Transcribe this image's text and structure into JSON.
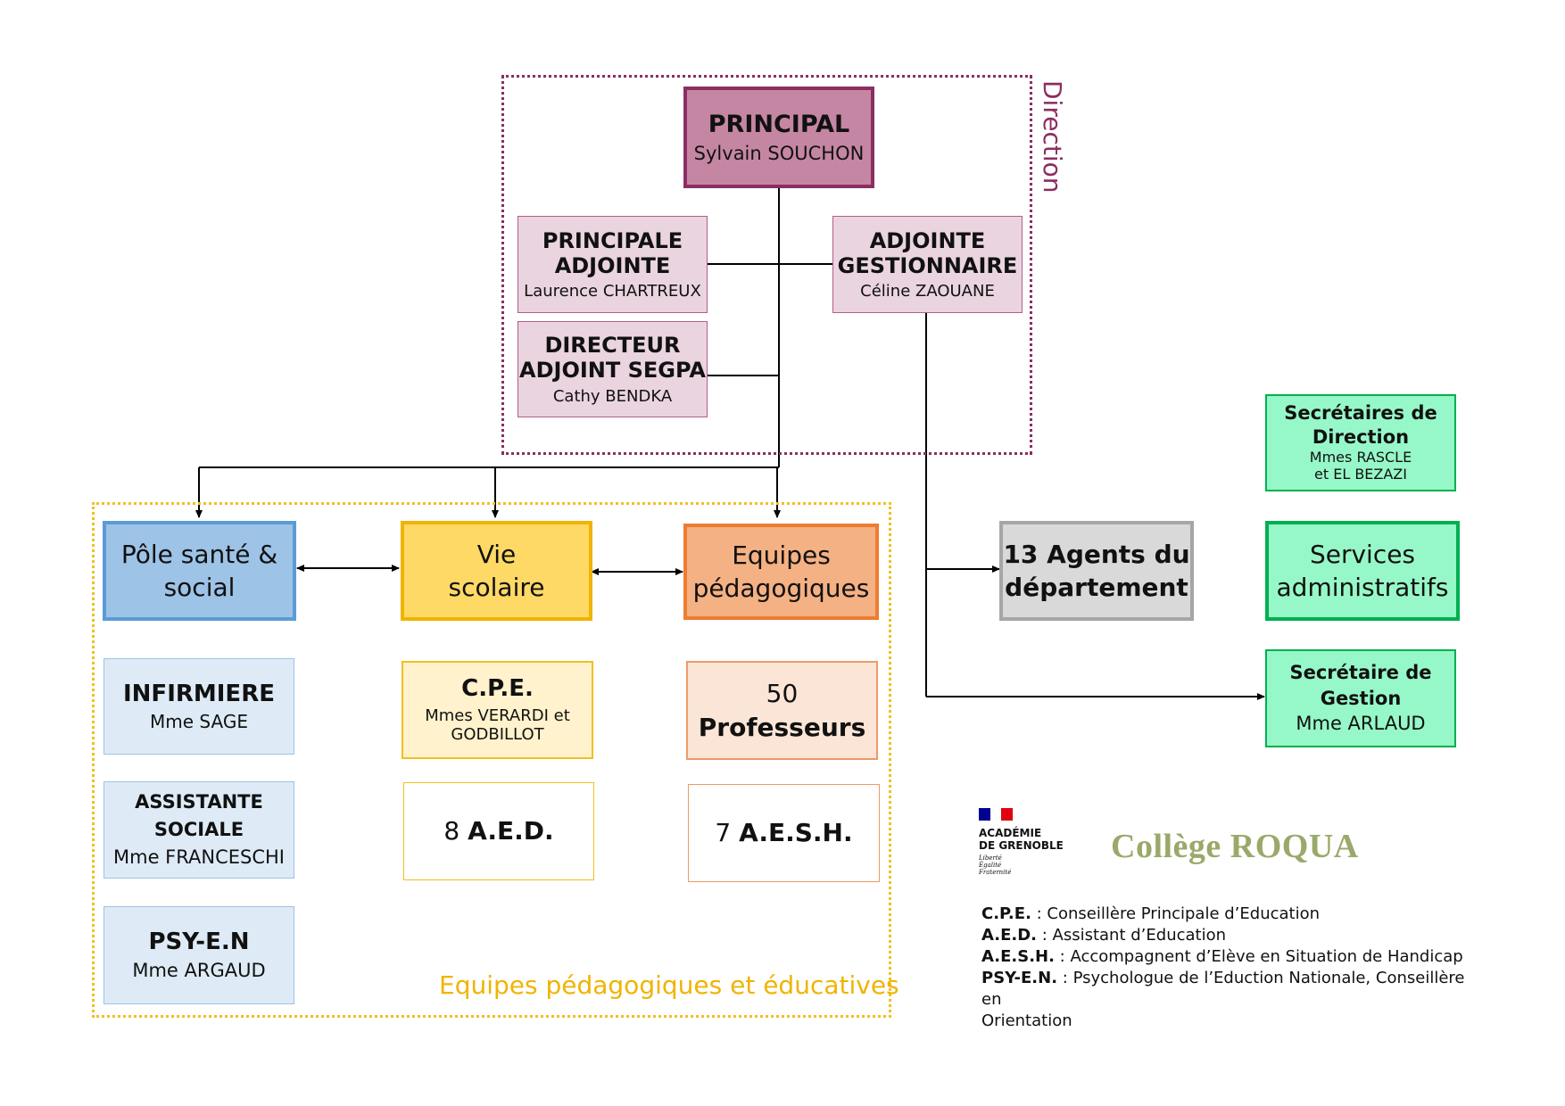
{
  "direction_label": "Direction",
  "equipes_label": "Equipes pédagogiques et éducatives",
  "principal": {
    "title": "PRINCIPAL",
    "name": "Sylvain SOUCHON"
  },
  "principale_adjointe": {
    "title1": "PRINCIPALE",
    "title2": "ADJOINTE",
    "name": "Laurence CHARTREUX"
  },
  "adjointe_gestionnaire": {
    "title1": "ADJOINTE",
    "title2": "GESTIONNAIRE",
    "name": "Céline ZAOUANE"
  },
  "directeur_segpa": {
    "title1": "DIRECTEUR",
    "title2": "ADJOINT SEGPA",
    "name": "Cathy BENDKA"
  },
  "pole_sante": {
    "line1": "Pôle santé &",
    "line2": "social"
  },
  "vie_scolaire": {
    "line1": "Vie",
    "line2": "scolaire"
  },
  "equipes_pedagogiques": {
    "line1": "Equipes",
    "line2": "pédagogiques"
  },
  "agents": {
    "line1": "13 Agents du",
    "line2": "département"
  },
  "services_admin": {
    "line1": "Services",
    "line2": "administratifs"
  },
  "secretaires_direction": {
    "line1": "Secrétaires de",
    "line2": "Direction",
    "name1": "Mmes RASCLE",
    "name2": "et EL BEZAZI"
  },
  "secretaire_gestion": {
    "line1": "Secrétaire de",
    "line2": "Gestion",
    "name": "Mme ARLAUD"
  },
  "infirmiere": {
    "title": "INFIRMIERE",
    "name": "Mme SAGE"
  },
  "assistante_sociale": {
    "title1": "ASSISTANTE",
    "title2": "SOCIALE",
    "name": "Mme FRANCESCHI"
  },
  "psy_en": {
    "title": "PSY-E.N",
    "name": "Mme ARGAUD"
  },
  "cpe": {
    "title": "C.P.E.",
    "name1": "Mmes VERARDI et",
    "name2": "GODBILLOT"
  },
  "aed": {
    "count": "8",
    "label": "A.E.D."
  },
  "professeurs": {
    "count": "50",
    "label": "Professeurs"
  },
  "aesh": {
    "count": "7",
    "label": "A.E.S.H."
  },
  "academie": {
    "line1": "ACADÉMIE",
    "line2": "DE GRENOBLE",
    "motto1": "Liberté",
    "motto2": "Égalité",
    "motto3": "Fraternité"
  },
  "college_logo": "Collège ROQUA",
  "legend": [
    {
      "abbr": "C.P.E.",
      "text": " : Conseillère Principale d’Education"
    },
    {
      "abbr": "A.E.D.",
      "text": " : Assistant d’Education"
    },
    {
      "abbr": "A.E.S.H.",
      "text": " : Accompagnent d’Elève en Situation de Handicap"
    },
    {
      "abbr": "PSY-E.N.",
      "text": " : Psychologue de l’Eduction Nationale, Conseillère en"
    }
  ],
  "legend_last": "Orientation",
  "colors": {
    "direction_border": "#8b2e62",
    "principal_fill": "#c586a4",
    "direction_box_fill": "#ead4e0",
    "pole_fill": "#9dc3e6",
    "pole_border": "#5b9bd5",
    "vie_fill": "#ffd966",
    "vie_border": "#f0b400",
    "equipes_fill": "#f4b183",
    "equipes_border": "#ed7d31",
    "agents_fill": "#d9d9d9",
    "agents_border": "#a6a6a6",
    "services_fill": "#96f8c8",
    "services_border": "#00b050",
    "equipes_group_border": "#f0c020"
  }
}
